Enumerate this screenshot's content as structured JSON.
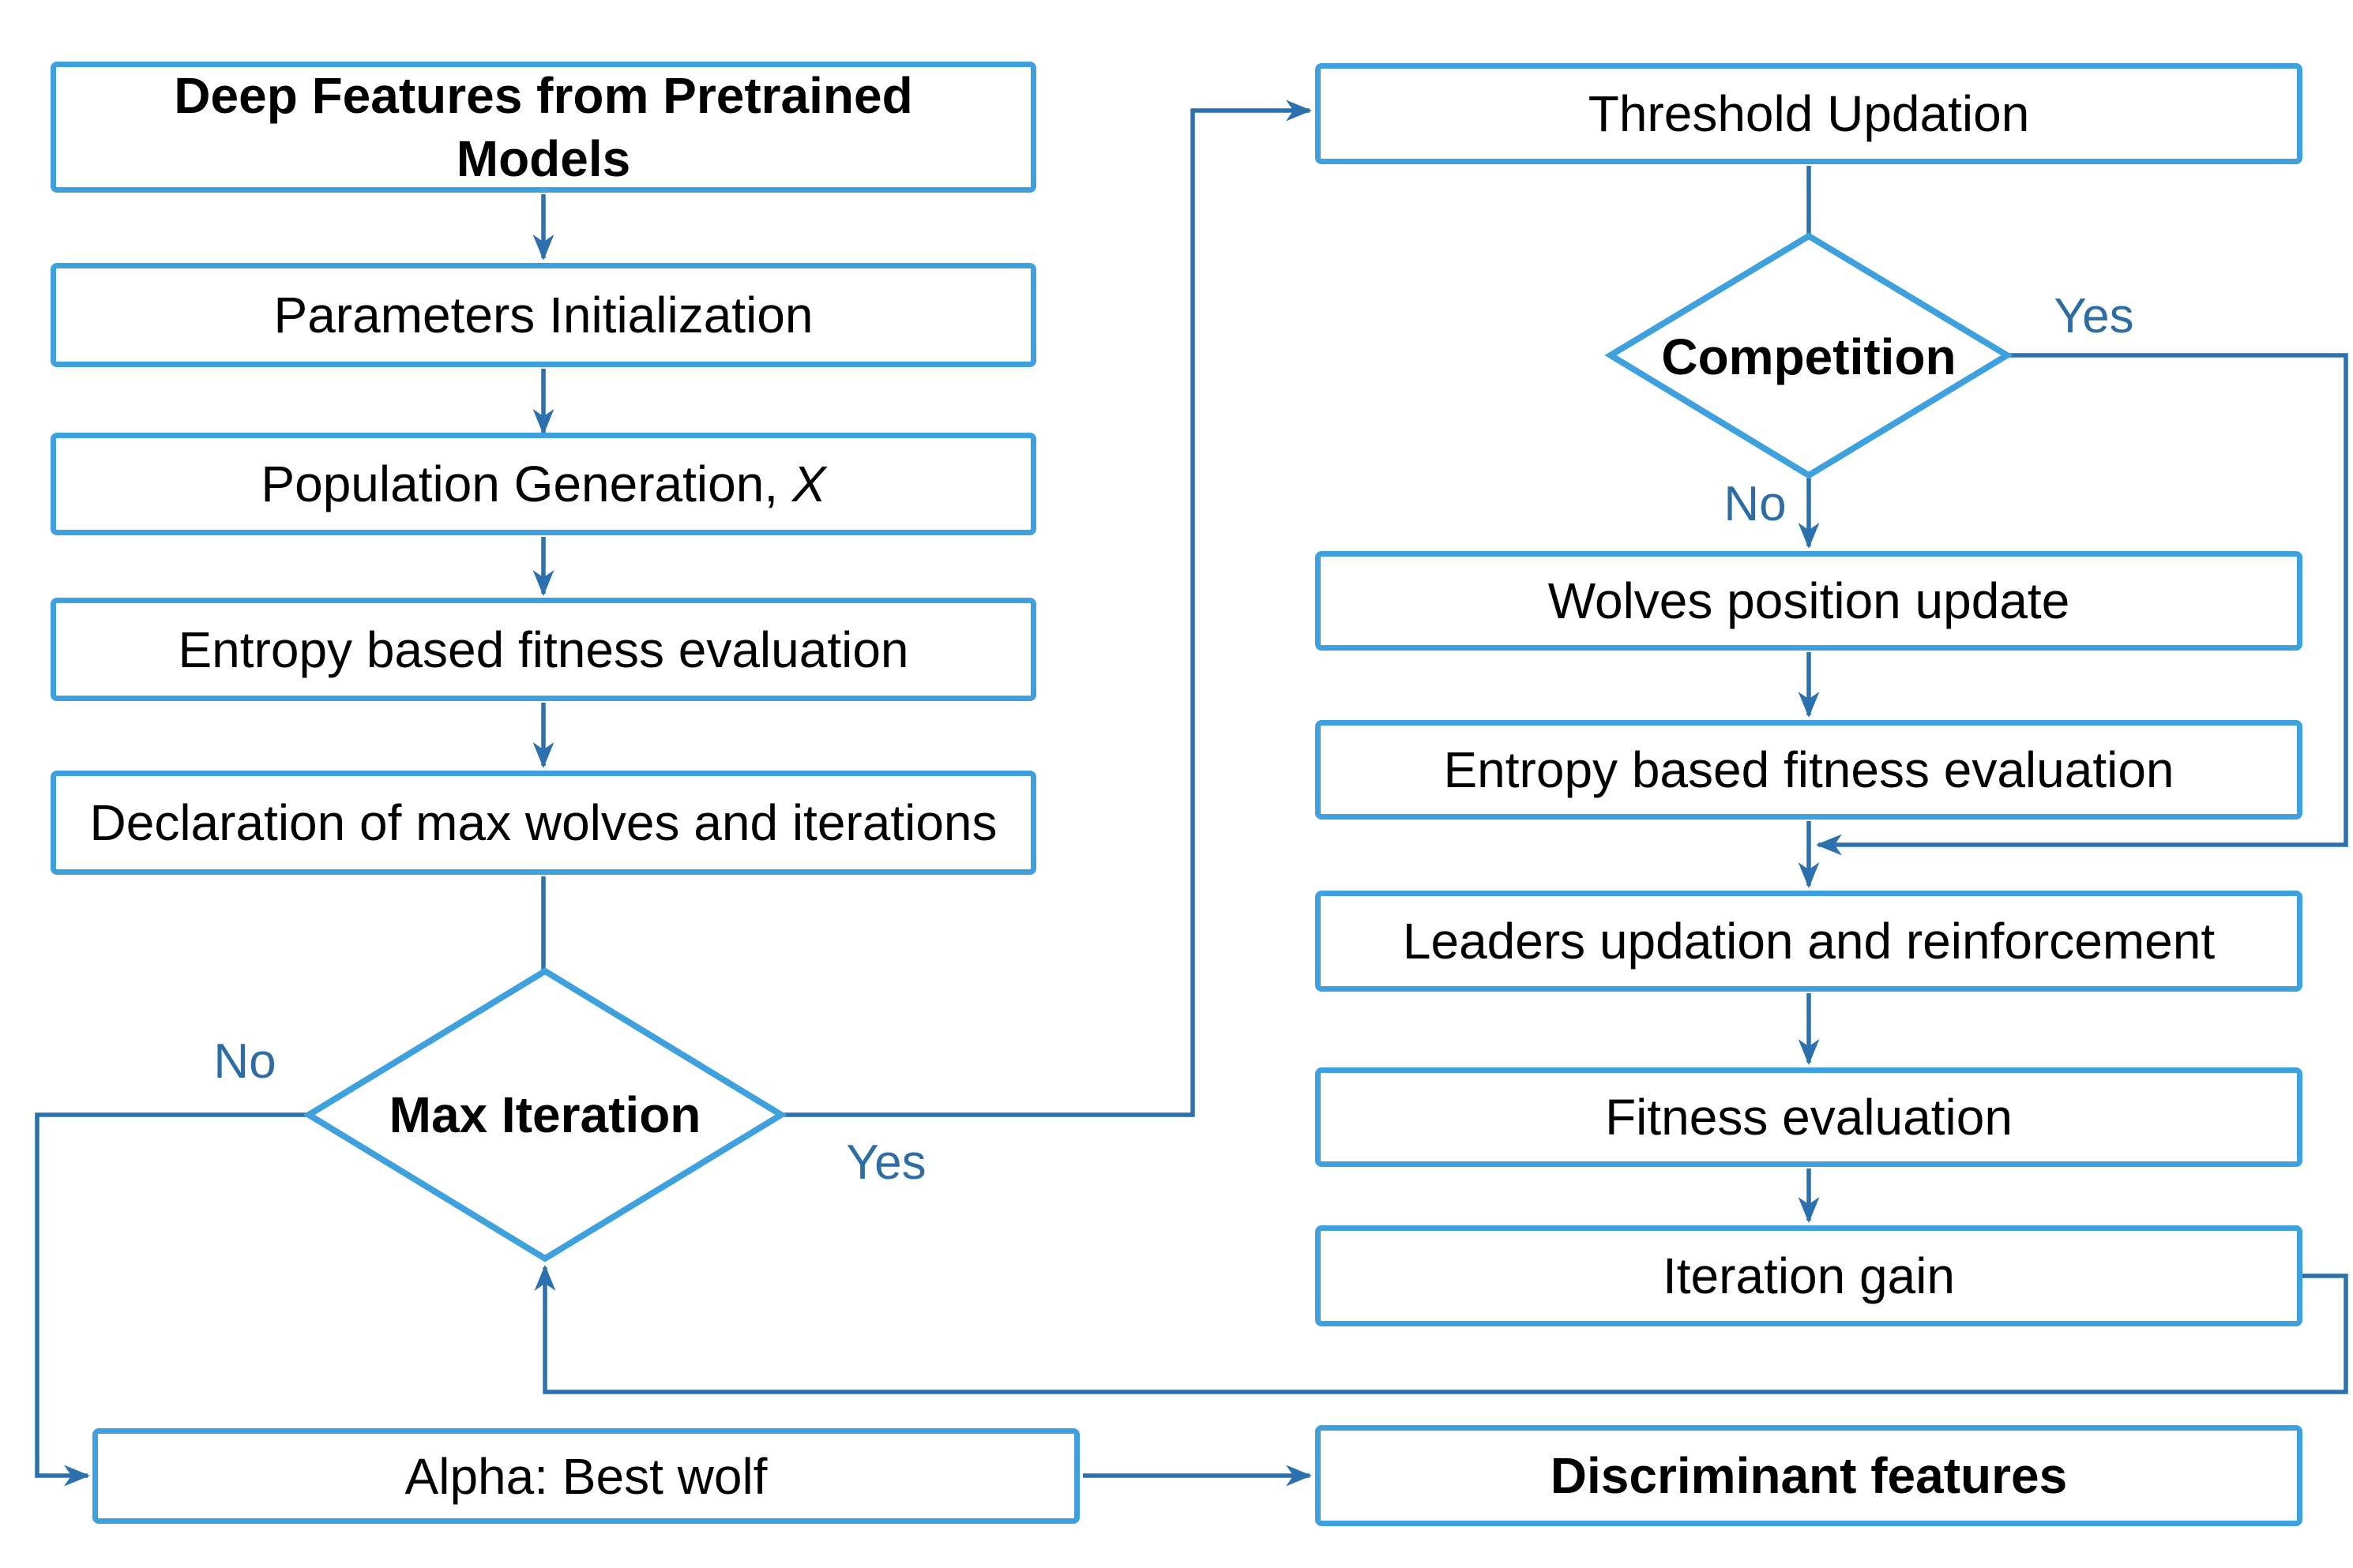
{
  "colors": {
    "box_border": "#3EA1DD",
    "connector": "#2C71AD",
    "label_text": "#2D6DA4",
    "node_text": "#000000",
    "background": "#FFFFFF"
  },
  "nodes": {
    "deep_features": {
      "label": "Deep Features from Pretrained\nModels"
    },
    "parameters_initialization": {
      "label": "Parameters Initialization"
    },
    "population_generation": {
      "label": "Population Generation, ",
      "variable": "X"
    },
    "entropy_fitness_left": {
      "label": "Entropy based fitness evaluation"
    },
    "declaration_max": {
      "label": "Declaration of max wolves and iterations"
    },
    "max_iteration": {
      "label": "Max Iteration"
    },
    "alpha_best": {
      "label": "Alpha: Best wolf"
    },
    "threshold_updation": {
      "label": "Threshold Updation"
    },
    "competition": {
      "label": "Competition"
    },
    "wolves_position": {
      "label": "Wolves position update"
    },
    "entropy_fitness_right": {
      "label": "Entropy based fitness evaluation"
    },
    "leaders_updation": {
      "label": "Leaders updation and reinforcement"
    },
    "fitness_evaluation": {
      "label": "Fitness evaluation"
    },
    "iteration_gain": {
      "label": "Iteration gain"
    },
    "discriminant_features": {
      "label": "Discriminant features"
    }
  },
  "edge_labels": {
    "max_iteration_no": "No",
    "max_iteration_yes": "Yes",
    "competition_yes": "Yes",
    "competition_no": "No"
  }
}
